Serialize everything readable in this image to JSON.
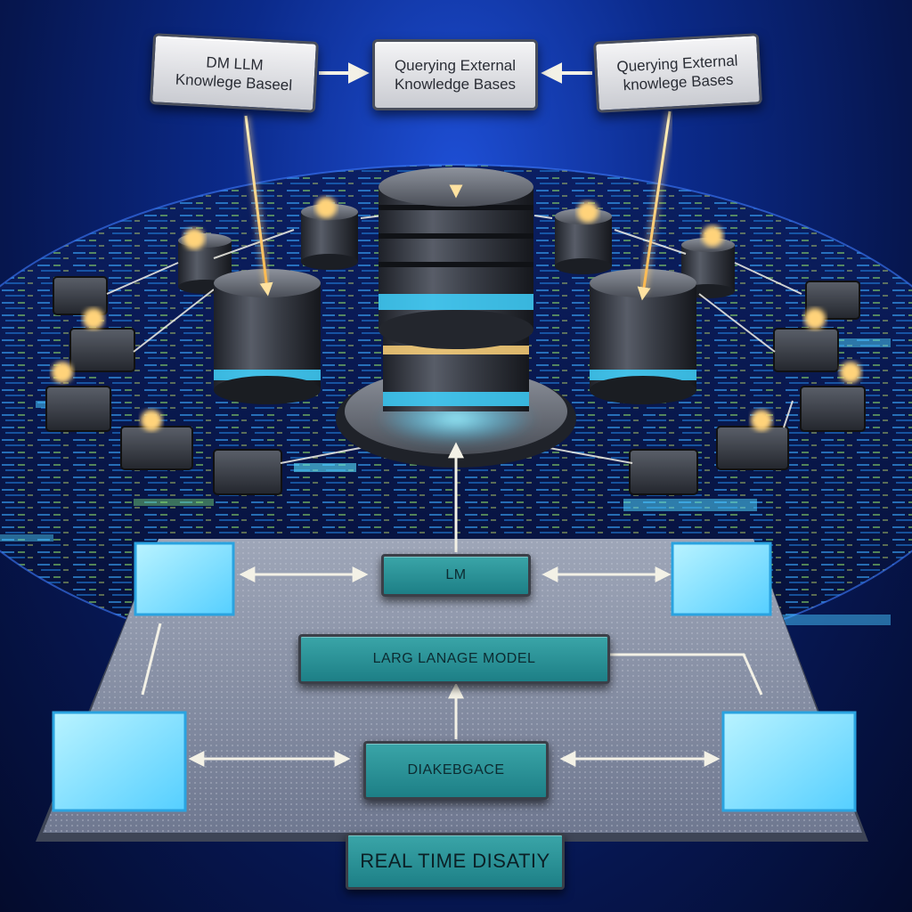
{
  "signs": {
    "left": "DM LLM\nKnowlege Baseel",
    "center": "Querying External\nKnowledge Bases",
    "right": "Querying External\nknowlege Bases"
  },
  "platform": {
    "llm_label": "LM",
    "model_label": "LARG LANAGE MODEL",
    "database_label": "DIAKEBGACE",
    "realtime_label": "REAL TIME DISATIY"
  },
  "colors": {
    "background": "#0b2a8a",
    "glow": "#3fd2ff",
    "teal_label": "#2a949a",
    "beam": "#ffd37a"
  }
}
